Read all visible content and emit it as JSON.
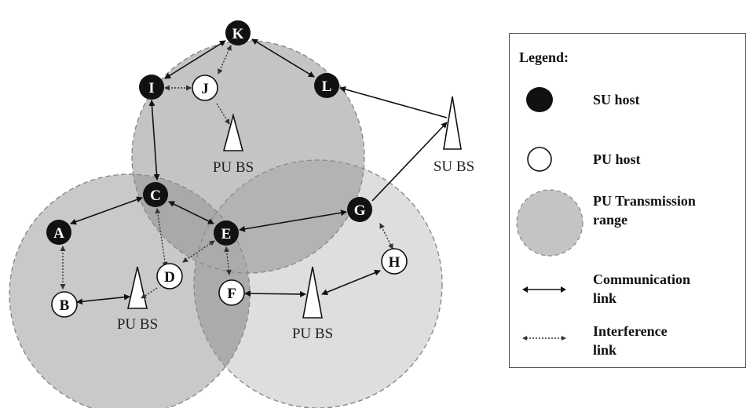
{
  "diagram": {
    "nodes": {
      "A": {
        "label": "A",
        "kind": "su"
      },
      "B": {
        "label": "B",
        "kind": "pu"
      },
      "C": {
        "label": "C",
        "kind": "su"
      },
      "D": {
        "label": "D",
        "kind": "pu"
      },
      "E": {
        "label": "E",
        "kind": "su"
      },
      "F": {
        "label": "F",
        "kind": "pu"
      },
      "G": {
        "label": "G",
        "kind": "su"
      },
      "H": {
        "label": "H",
        "kind": "pu"
      },
      "I": {
        "label": "I",
        "kind": "su"
      },
      "J": {
        "label": "J",
        "kind": "pu"
      },
      "K": {
        "label": "K",
        "kind": "su"
      },
      "L": {
        "label": "L",
        "kind": "su"
      }
    },
    "base_stations": {
      "pu_bs_top": "PU BS",
      "pu_bs_left": "PU BS",
      "pu_bs_right": "PU BS",
      "su_bs": "SU BS"
    },
    "communication_links": [
      [
        "I",
        "K"
      ],
      [
        "K",
        "L"
      ],
      [
        "I",
        "C"
      ],
      [
        "A",
        "C"
      ],
      [
        "C",
        "E"
      ],
      [
        "E",
        "G"
      ],
      [
        "G",
        "SU BS"
      ],
      [
        "L",
        "SU BS"
      ],
      [
        "B",
        "PU BS left"
      ],
      [
        "F",
        "PU BS right"
      ],
      [
        "H",
        "PU BS right"
      ]
    ],
    "interference_links": [
      [
        "I",
        "J"
      ],
      [
        "J",
        "K"
      ],
      [
        "J",
        "PU BS top"
      ],
      [
        "A",
        "B"
      ],
      [
        "C",
        "D"
      ],
      [
        "D",
        "E"
      ],
      [
        "D",
        "PU BS left"
      ],
      [
        "E",
        "F"
      ],
      [
        "G",
        "H"
      ]
    ]
  },
  "legend": {
    "title": "Legend:",
    "su_host": "SU host",
    "pu_host": "PU host",
    "pu_range_line1": "PU Transmission",
    "pu_range_line2": "range",
    "comm_line1": "Communication",
    "comm_line2": "link",
    "interf_line1": "Interference",
    "interf_line2": "link"
  },
  "colors": {
    "su_fill": "#111111",
    "pu_fill": "#ffffff",
    "range_top": "#c4c4c4",
    "range_left": "#c9c9c9",
    "range_right": "#dedede",
    "overlap": "#a9a9a9"
  }
}
